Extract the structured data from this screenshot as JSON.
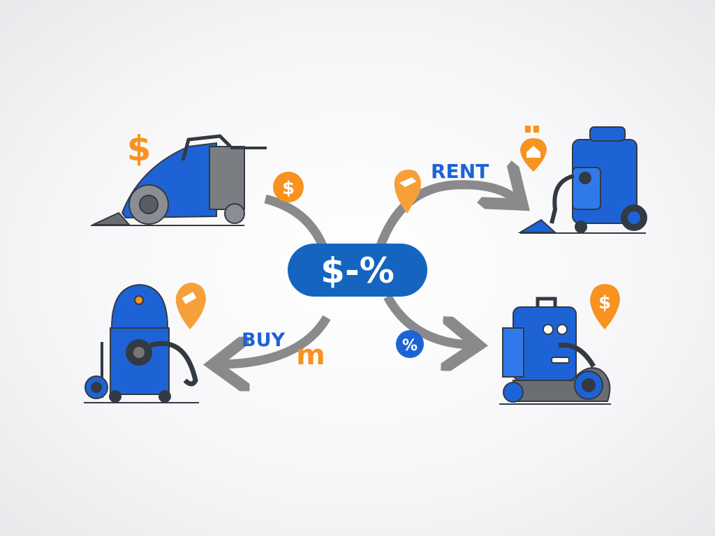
{
  "center_badge": {
    "text": "$-%",
    "color": "#1565c0"
  },
  "labels": {
    "rent": "RENT",
    "buy": "BUY"
  },
  "badges": {
    "dollar_symbol": "$",
    "percent_symbol": "%",
    "buy_glyph": "m"
  },
  "colors": {
    "primary_blue": "#1e63d6",
    "accent_orange": "#f7931e",
    "arrow_gray": "#8a8a8c",
    "outline": "#333a44"
  },
  "icons": [
    "floor-sweeper-vacuum",
    "wet-dry-vacuum",
    "canister-vacuum",
    "upright-tank-vacuum",
    "location-pin-house-icon",
    "location-pin-dollar-icon",
    "location-pin-tag-icon",
    "dollar-coin-icon",
    "percent-coin-icon"
  ]
}
